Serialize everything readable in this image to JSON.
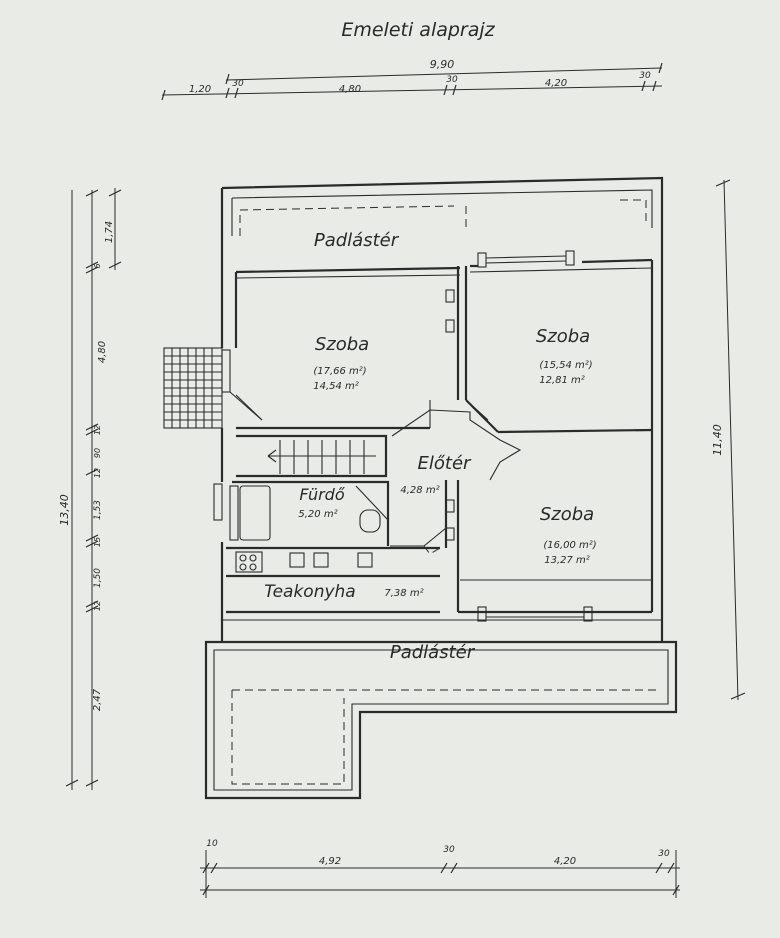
{
  "title": "Emeleti alaprajz",
  "rooms": {
    "attic_top": "Padlástér",
    "attic_bottom": "Padlástér",
    "room1_name": "Szoba",
    "room1_area_a": "(17,66 m²)",
    "room1_area_b": "14,54 m²",
    "room2_name": "Szoba",
    "room2_area_a": "(15,54 m²)",
    "room2_area_b": "12,81 m²",
    "room3_name": "Szoba",
    "room3_area_a": "(16,00 m²)",
    "room3_area_b": "13,27 m²",
    "hall_name": "Előtér",
    "hall_area": "4,28 m²",
    "bath_name": "Fürdő",
    "bath_area": "5,20 m²",
    "kitchen_name": "Teakonyha",
    "kitchen_area": "7,38 m²"
  },
  "dims": {
    "top_total": "9,90",
    "top_1": "1,20",
    "top_2": "30",
    "top_3": "4,80",
    "top_4": "30",
    "top_5": "4,20",
    "top_6": "30",
    "bottom_1": "10",
    "bottom_2": "4,92",
    "bottom_3": "30",
    "bottom_4": "4,20",
    "bottom_5": "30",
    "right_total": "11,40",
    "left_total": "13,40",
    "left_1": "1,74",
    "left_2": "6",
    "left_3": "4,80",
    "left_4": "12",
    "left_5": "90",
    "left_6": "12",
    "left_7": "1,53",
    "left_8": "15",
    "left_9": "1,50",
    "left_10": "12",
    "left_11": "2,47"
  }
}
